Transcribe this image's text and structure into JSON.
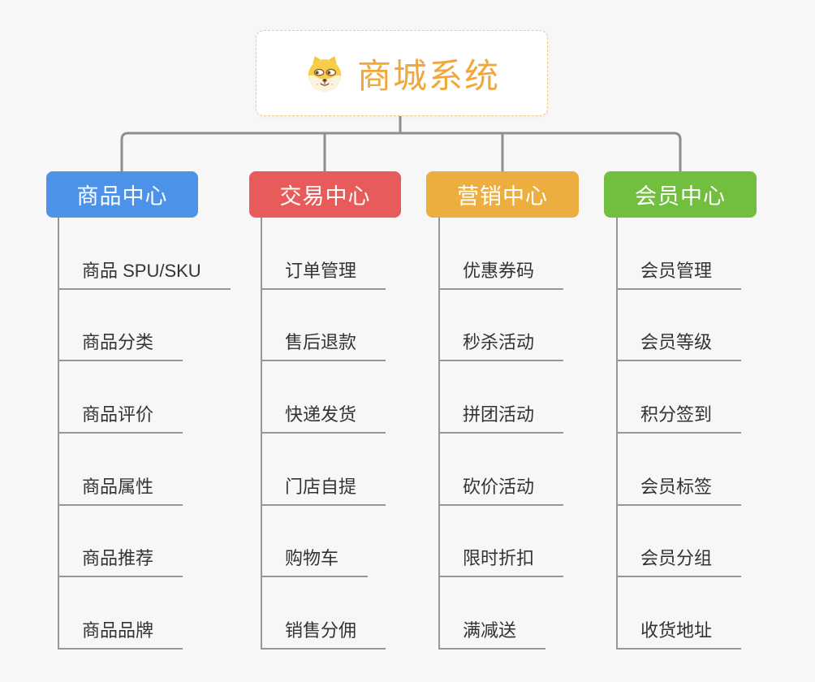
{
  "canvas": {
    "background": "#F7F7F7",
    "line_color": "#8E8E8E",
    "leaf_line_color": "#979797",
    "leaf_text_color": "#333333"
  },
  "root": {
    "title": "商城系统",
    "icon": "dog-face-icon",
    "text_color": "#F0A83C",
    "border_color": "#F3C882",
    "background": "#FFFFFF"
  },
  "branches": [
    {
      "label": "商品中心",
      "color": "#4B92E8",
      "children": [
        "商品 SPU/SKU",
        "商品分类",
        "商品评价",
        "商品属性",
        "商品推荐",
        "商品品牌"
      ]
    },
    {
      "label": "交易中心",
      "color": "#E85B5B",
      "children": [
        "订单管理",
        "售后退款",
        "快递发货",
        "门店自提",
        "购物车",
        "销售分佣"
      ]
    },
    {
      "label": "营销中心",
      "color": "#ECAF3F",
      "children": [
        "优惠券码",
        "秒杀活动",
        "拼团活动",
        "砍价活动",
        "限时折扣",
        "满减送"
      ]
    },
    {
      "label": "会员中心",
      "color": "#72BF40",
      "children": [
        "会员管理",
        "会员等级",
        "积分签到",
        "会员标签",
        "会员分组",
        "收货地址"
      ]
    }
  ]
}
